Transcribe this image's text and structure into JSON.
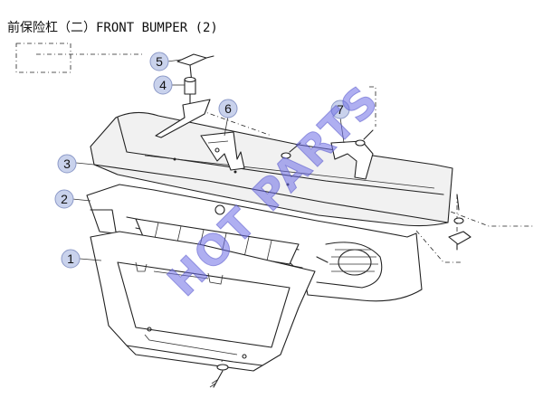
{
  "title": "前保险杠（二）FRONT BUMPER (2)",
  "watermark": "HOT PARTS",
  "callouts": [
    {
      "label": "1"
    },
    {
      "label": "2"
    },
    {
      "label": "3"
    },
    {
      "label": "4"
    },
    {
      "label": "5"
    },
    {
      "label": "6"
    },
    {
      "label": "7"
    }
  ],
  "colors": {
    "callout_fill": "#c9d2ec",
    "watermark": "#6e6ee6"
  }
}
